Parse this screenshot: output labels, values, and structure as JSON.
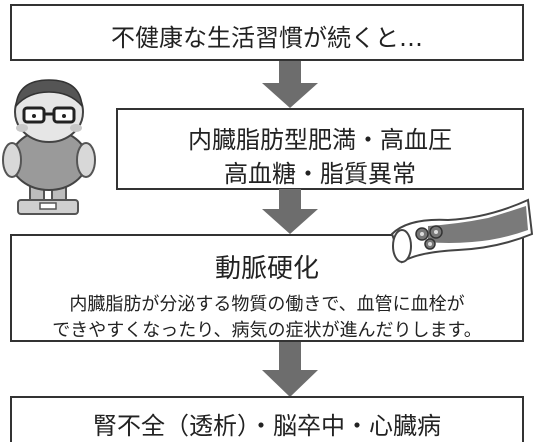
{
  "step1": {
    "text": "不健康な生活習慣が続くと…"
  },
  "step2": {
    "line1": "内臓脂肪型肥満・高血圧",
    "line2": "高血糖・脂質異常"
  },
  "step3": {
    "title": "動脈硬化",
    "desc_line1": "内臓脂肪が分泌する物質の働きで、血管に血栓が",
    "desc_line2": "できやすくなったり、病気の症状が進んだりします。"
  },
  "step4": {
    "text": "腎不全（透析）・脳卒中・心臓病"
  },
  "colors": {
    "arrow": "#6d6d6d",
    "border": "#333333",
    "illustration_gray": "#9a9a9a"
  },
  "icons": [
    "down-arrow-icon",
    "overweight-person-on-scale-icon",
    "clogged-artery-icon"
  ]
}
